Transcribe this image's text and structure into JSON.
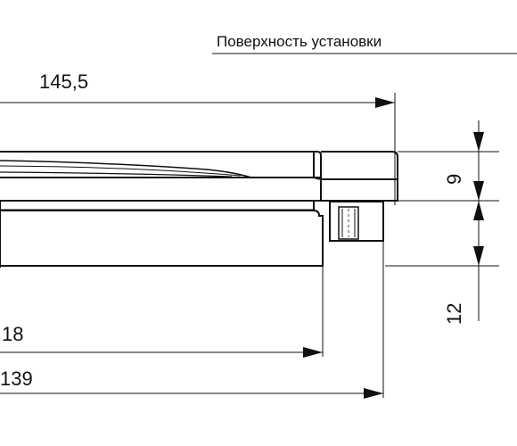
{
  "labels": {
    "mounting_surface": "Поверхность установки"
  },
  "dimensions": {
    "overall_length": "145,5",
    "thickness_upper": "9",
    "thickness_lower": "12",
    "length_18": "18",
    "length_139": "139"
  }
}
